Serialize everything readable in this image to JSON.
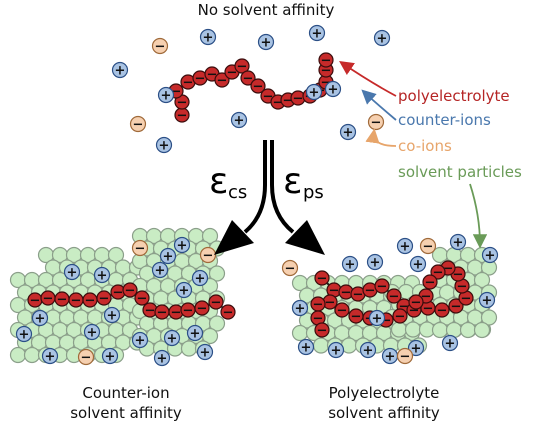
{
  "labels": {
    "top_title": "No solvent affinity",
    "polyelectrolyte": "polyelectrolyte",
    "counter_ions": "counter-ions",
    "co_ions": "co-ions",
    "solvent_particles": "solvent particles",
    "epsilon_symbol": "ε",
    "eps_cs_sub": "cs",
    "eps_ps_sub": "ps",
    "bottom_left_line1": "Counter-ion",
    "bottom_left_line2": "solvent affinity",
    "bottom_right_line1": "Polyelectrolyte",
    "bottom_right_line2": "solvent affinity"
  },
  "colors": {
    "polyelectrolyte_fill": "#c62a2a",
    "polyelectrolyte_text": "#b52525",
    "counter_ion_fill": "#a9c3e3",
    "counter_ion_stroke": "#2b4f86",
    "counter_ion_text": "#4a78ad",
    "co_ion_fill": "#f6d0b0",
    "co_ion_text": "#e7a56b",
    "solvent_fill": "#c9ecc4",
    "solvent_stroke": "#8b9f8a",
    "solvent_text": "#6a9b58"
  },
  "symbols": {
    "plus": "+",
    "minus": "−"
  }
}
